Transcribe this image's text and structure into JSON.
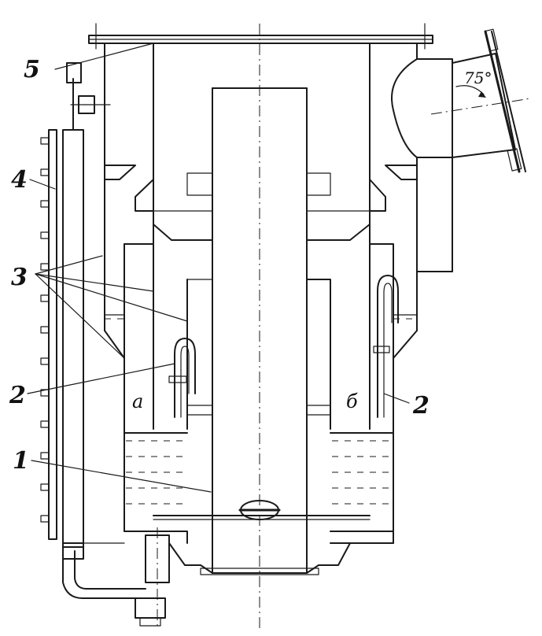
{
  "labels": {
    "callout_1": "1",
    "callout_2_left": "2",
    "callout_2_right": "2",
    "callout_3": "3",
    "callout_4": "4",
    "callout_5": "5",
    "chamber_a": "a",
    "chamber_b": "б",
    "angle": "75°"
  }
}
